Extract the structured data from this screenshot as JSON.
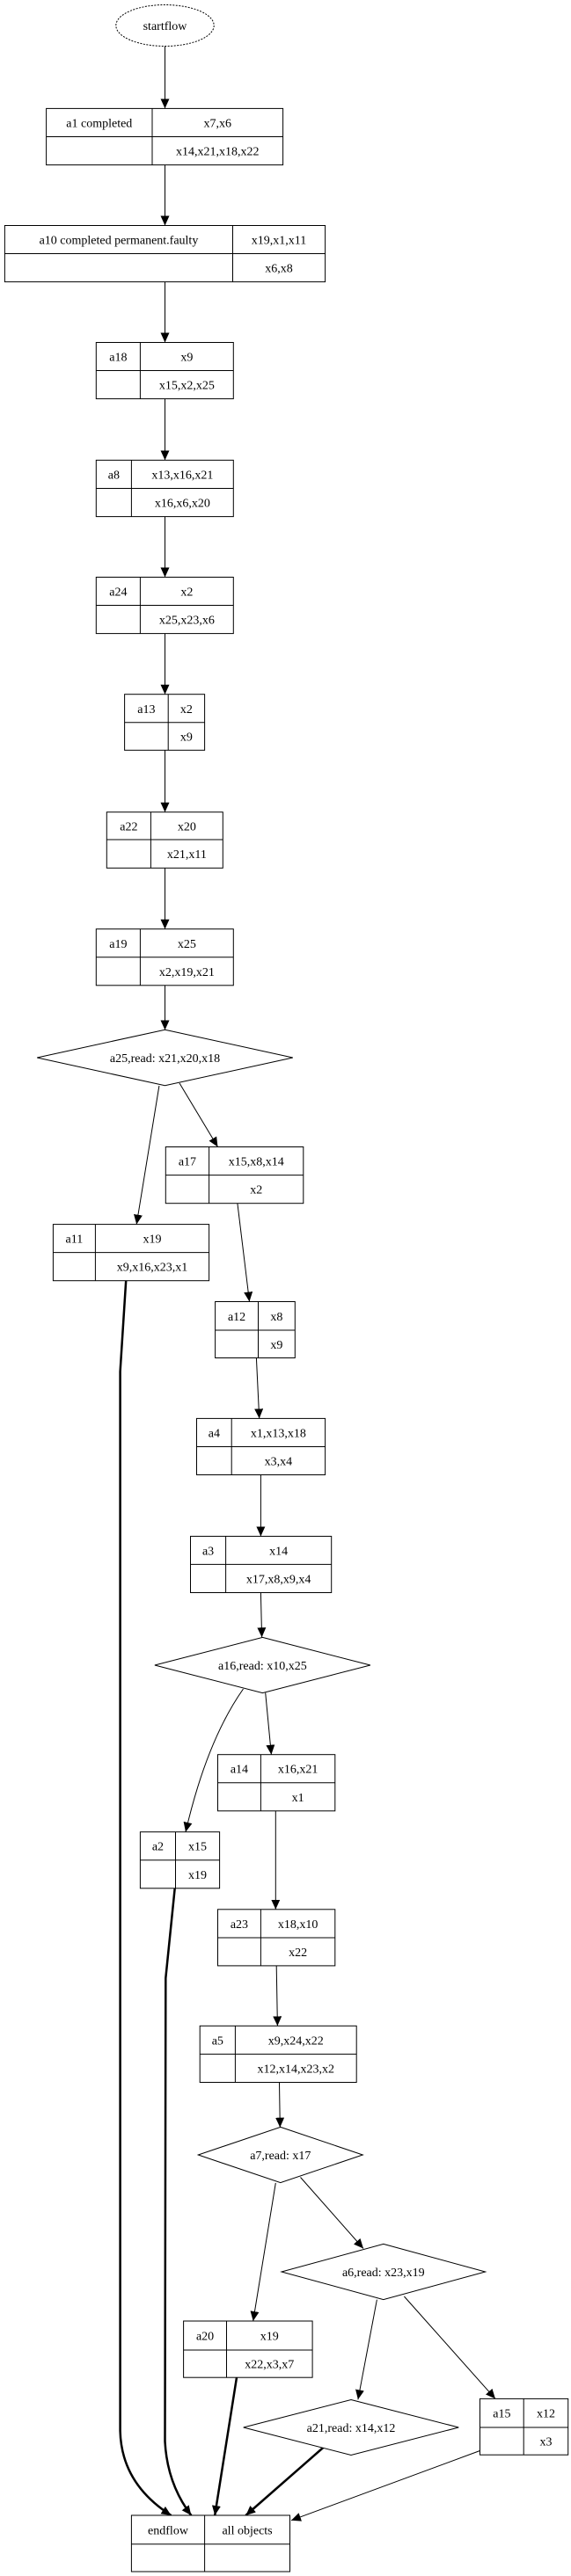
{
  "start": {
    "label": "startflow"
  },
  "records": [
    {
      "label": "a1 completed",
      "top": "x7,x6",
      "bottom": "x14,x21,x18,x22"
    },
    {
      "label": "a10 completed permanent.faulty",
      "top": "x19,x1,x11",
      "bottom": "x6,x8"
    },
    {
      "label": "a18",
      "top": "x9",
      "bottom": "x15,x2,x25"
    },
    {
      "label": "a8",
      "top": "x13,x16,x21",
      "bottom": "x16,x6,x20"
    },
    {
      "label": "a24",
      "top": "x2",
      "bottom": "x25,x23,x6"
    },
    {
      "label": "a13",
      "top": "x2",
      "bottom": "x9"
    },
    {
      "label": "a22",
      "top": "x20",
      "bottom": "x21,x11"
    },
    {
      "label": "a19",
      "top": "x25",
      "bottom": "x2,x19,x21"
    },
    {
      "label": "a17",
      "top": "x15,x8,x14",
      "bottom": "x2"
    },
    {
      "label": "a11",
      "top": "x19",
      "bottom": "x9,x16,x23,x1"
    },
    {
      "label": "a12",
      "top": "x8",
      "bottom": "x9"
    },
    {
      "label": "a4",
      "top": "x1,x13,x18",
      "bottom": "x3,x4"
    },
    {
      "label": "a3",
      "top": "x14",
      "bottom": "x17,x8,x9,x4"
    },
    {
      "label": "a14",
      "top": "x16,x21",
      "bottom": "x1"
    },
    {
      "label": "a2",
      "top": "x15",
      "bottom": "x19"
    },
    {
      "label": "a23",
      "top": "x18,x10",
      "bottom": "x22"
    },
    {
      "label": "a5",
      "top": "x9,x24,x22",
      "bottom": "x12,x14,x23,x2"
    },
    {
      "label": "a20",
      "top": "x19",
      "bottom": "x22,x3,x7"
    },
    {
      "label": "a15",
      "top": "x12",
      "bottom": "x3"
    },
    {
      "label": "endflow",
      "top": "all objects",
      "bottom": ""
    }
  ],
  "decisions": [
    {
      "label": "a25,read: x21,x20,x18"
    },
    {
      "label": "a16,read: x10,x25"
    },
    {
      "label": "a7,read: x17"
    },
    {
      "label": "a6,read: x23,x19"
    },
    {
      "label": "a21,read: x14,x12"
    }
  ]
}
